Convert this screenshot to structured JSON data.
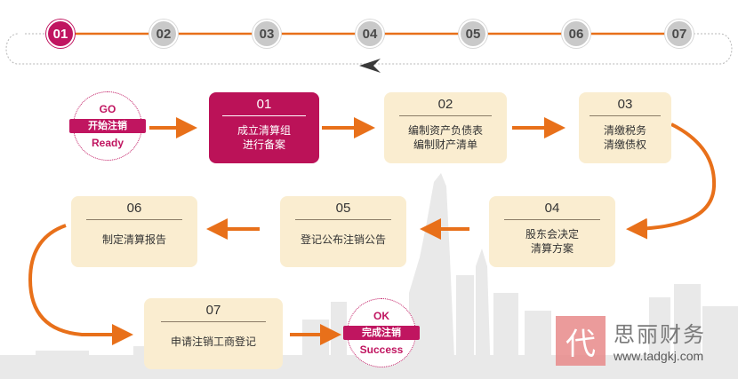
{
  "top_steps": [
    {
      "label": "01",
      "active": true
    },
    {
      "label": "02",
      "active": false
    },
    {
      "label": "03",
      "active": false
    },
    {
      "label": "04",
      "active": false
    },
    {
      "label": "05",
      "active": false
    },
    {
      "label": "06",
      "active": false
    },
    {
      "label": "07",
      "active": false
    }
  ],
  "start_badge": {
    "top": "GO",
    "mid": "开始注销",
    "bottom": "Ready"
  },
  "end_badge": {
    "top": "OK",
    "mid": "完成注销",
    "bottom": "Success"
  },
  "boxes": [
    {
      "number": "01",
      "lines": [
        "成立清算组",
        "进行备案"
      ]
    },
    {
      "number": "02",
      "lines": [
        "编制资产负债表",
        "编制财产清单"
      ]
    },
    {
      "number": "03",
      "lines": [
        "清缴税务",
        "清缴债权"
      ]
    },
    {
      "number": "04",
      "lines": [
        "股东会决定",
        "清算方案"
      ]
    },
    {
      "number": "05",
      "lines": [
        "登记公布注销公告"
      ]
    },
    {
      "number": "06",
      "lines": [
        "制定清算报告"
      ]
    },
    {
      "number": "07",
      "lines": [
        "申请注销工商登记"
      ]
    }
  ],
  "watermark": {
    "logo_char": "代",
    "name": "思丽财务",
    "url": "www.tadgkj.com"
  },
  "colors": {
    "accent": "#c01560",
    "arrow": "#e8701a",
    "box": "#faedd0",
    "dot": "#c9c9c9"
  }
}
